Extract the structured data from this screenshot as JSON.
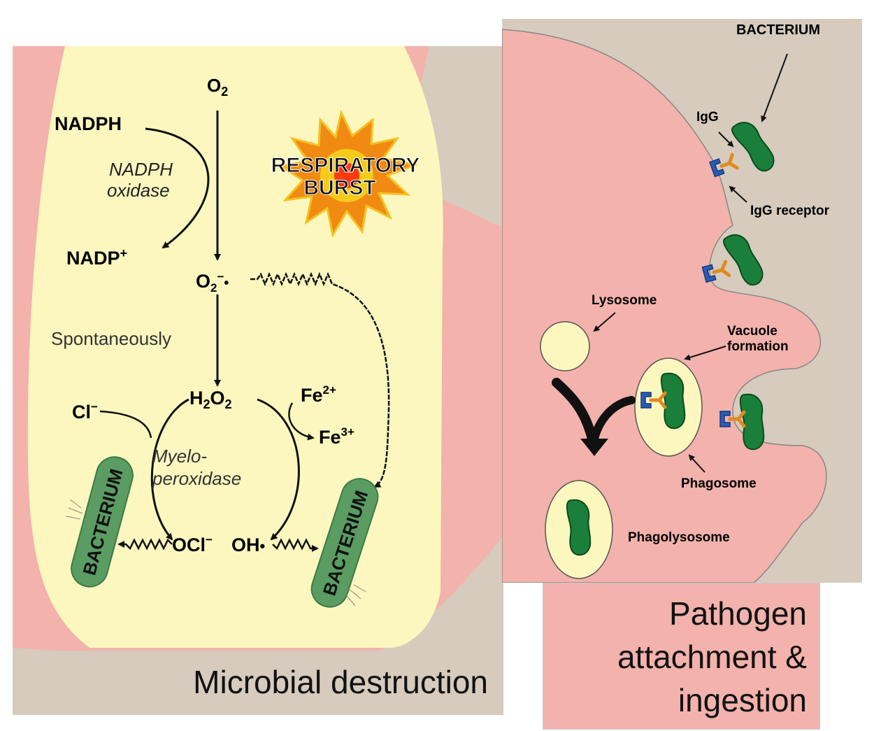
{
  "left": {
    "caption": "Microbial destruction",
    "burst_line1": "RESPIRATORY",
    "burst_line2": "BURST",
    "nadph": "NADPH",
    "enzyme1_line1": "NADPH",
    "enzyme1_line2": "oxidase",
    "spontaneously": "Spontaneously",
    "enzyme2_line1": "Myelo-",
    "enzyme2_line2": "peroxidase",
    "bacterium_label": "BACTERIUM"
  },
  "right": {
    "caption_line1": "Pathogen",
    "caption_line2": "attachment &",
    "caption_line3": "ingestion",
    "bacterium": "BACTERIUM",
    "igg": "IgG",
    "igg_receptor": "IgG receptor",
    "lysosome": "Lysosome",
    "vacuole_line1": "Vacuole",
    "vacuole_line2": "formation",
    "phagosome": "Phagosome",
    "phagolysosome": "Phagolysosome"
  },
  "colors": {
    "background_tan": "#d6cbbd",
    "cell_pink": "#f3b2ac",
    "vacuole_yellow": "#fbf7bf",
    "bacterium_green": "#1a7f3a",
    "receptor_blue": "#2a5bb8",
    "antibody_orange": "#e08a1e"
  }
}
